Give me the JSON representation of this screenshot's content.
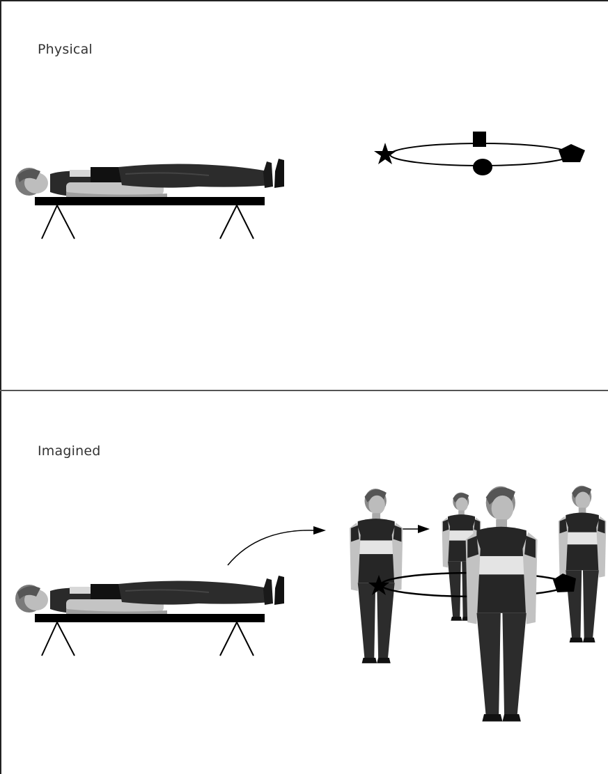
{
  "panels": {
    "top": {
      "label": "Physical"
    },
    "bottom": {
      "label": "Imagined"
    }
  },
  "colors": {
    "ink": "#000000",
    "skin": "#b5b5b5",
    "shirt_dark": "#262626",
    "shirt_band": "#e4e4e4",
    "pants": "#2c2c2c",
    "hair": "#6e6e6e"
  },
  "symbols": [
    "star",
    "square",
    "pentagon",
    "circle"
  ]
}
